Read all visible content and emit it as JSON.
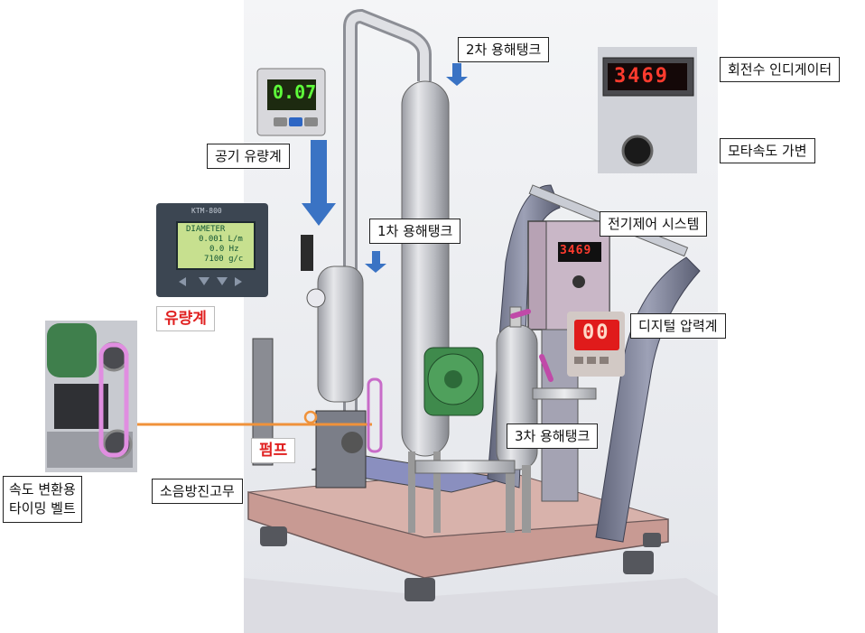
{
  "labels": {
    "tank2": "2차 용해탱크",
    "air_flowmeter": "공기 유량계",
    "tank1": "1차 용해탱크",
    "flowmeter": "유량계",
    "pump": "펌프",
    "anti_vibration": "소음방진고무",
    "timing_belt_line1": "속도 변환용",
    "timing_belt_line2": "타이밍 벨트",
    "rpm_indicator": "회전수 인디게이터",
    "motor_speed": "모타속도 가변",
    "control_system": "전기제어 시스템",
    "pressure_gauge": "디지털 압력계",
    "tank3": "3차 용해탱크"
  },
  "displays": {
    "rpm_main": "3469",
    "rpm_panel": "3469",
    "air_flow_value": "0.07",
    "pressure_value": "00",
    "flowmeter_lcd_brand": "KTM-800",
    "flowmeter_lcd_line1": "DIAMETER",
    "flowmeter_lcd_line2": "0.001 L/m",
    "flowmeter_lcd_line3": "0.0 Hz",
    "flowmeter_lcd_line4": "7100 g/c"
  },
  "colors": {
    "label_red": "#e02020",
    "arrow_blue": "#3a73c4",
    "belt_line": "#f0923a",
    "motor_green": "#3f8a4c",
    "base_pink": "#c89a93",
    "frame_gray": "#7a7e96"
  }
}
